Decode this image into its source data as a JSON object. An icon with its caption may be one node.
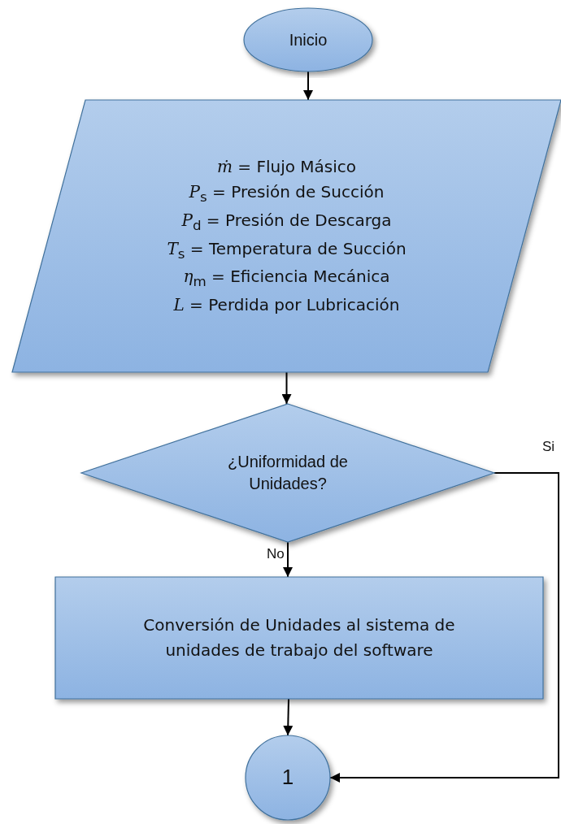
{
  "diagram": {
    "nodes": [
      {
        "text": [
          "Inicio"
        ]
      },
      {
        "text": [
          "*ṁ* = Flujo Másico",
          "*P*$_{s}$ = Presión de Succión",
          "*P*$_{d}$ = Presión de Descarga",
          "*T*$_{s}$ = Temperatura de Succión",
          "*η*$_{m}$ = Eficiencia Mecánica",
          "*L* = Perdida por Lubricación"
        ]
      },
      {
        "text": [
          "¿Uniformidad de Unidades?"
        ]
      },
      {
        "text": [
          "Conversión de Unidades al sistema de unidades de trabajo del software"
        ]
      },
      {
        "text": [
          "1"
        ]
      }
    ],
    "edges": [
      {
        "from": 0,
        "to": 1,
        "arrow": "to"
      },
      {
        "from": 1,
        "to": 2,
        "arrow": "to"
      },
      {
        "from": 2,
        "to": 3,
        "arrow": "to",
        "label": "No"
      },
      {
        "from": 3,
        "to": 4,
        "arrow": "to"
      },
      {
        "from": 2,
        "to": 4,
        "arrow": "to",
        "label": "Si"
      }
    ]
  }
}
